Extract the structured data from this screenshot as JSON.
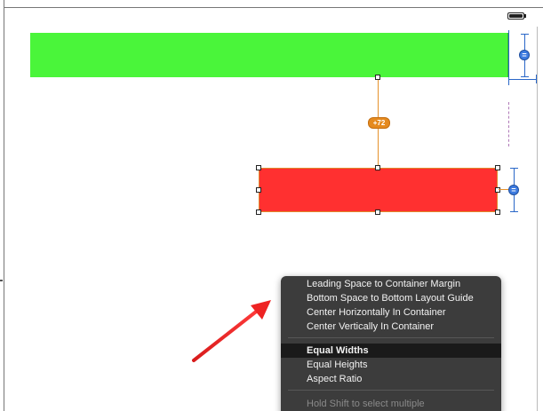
{
  "constraint_badge": {
    "label": "+72"
  },
  "blue_circle_glyph": "=",
  "accent": {
    "green_view": "#4af53a",
    "red_view": "#ff3030",
    "constraint_orange": "#e6922c",
    "constraint_blue": "#2a67c8"
  },
  "context_menu": {
    "items": [
      {
        "label": "Leading Space to Container Margin"
      },
      {
        "label": "Bottom Space to Bottom Layout Guide"
      },
      {
        "label": "Center Horizontally In Container"
      },
      {
        "label": "Center Vertically In Container"
      },
      {
        "label": "Equal Widths"
      },
      {
        "label": "Equal Heights"
      },
      {
        "label": "Aspect Ratio"
      }
    ],
    "hint": "Hold Shift to select multiple"
  }
}
